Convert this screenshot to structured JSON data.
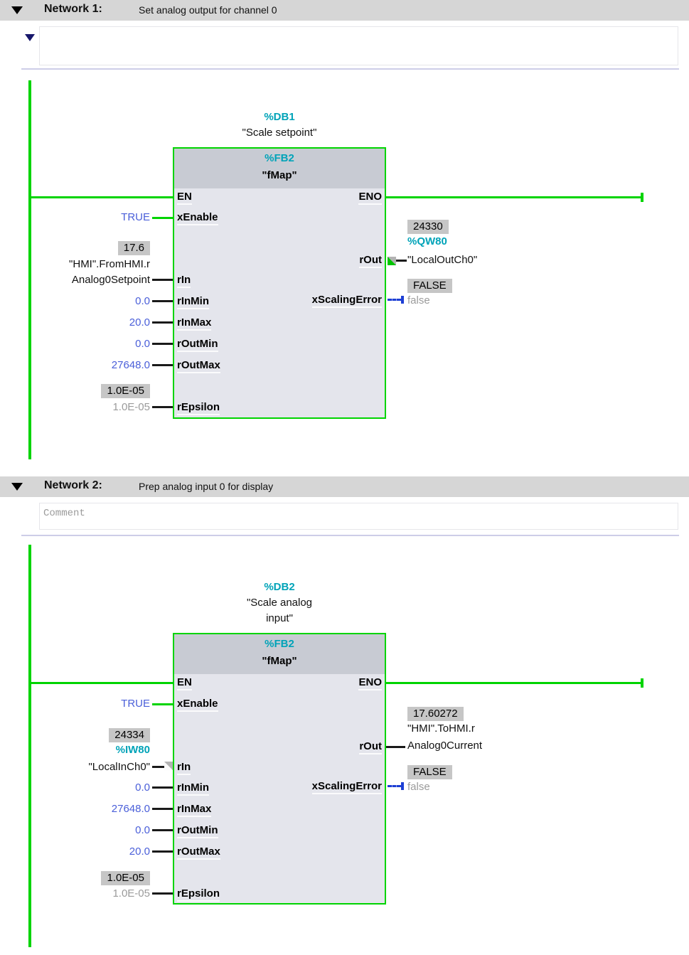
{
  "colors": {
    "wire_green": "#00d400",
    "address_teal": "#00a3b8",
    "constant_blue": "#4a5fd9",
    "bool_wire_blue": "#1d3fd4",
    "monitor_box_gray": "#c6c6c6",
    "inactive_gray": "#9b9b9b",
    "network_bar_gray": "#d6d6d6",
    "block_header_gray": "#c8cbd3",
    "block_body_gray": "#e4e5ec"
  },
  "networks": [
    {
      "title": "Network 1:",
      "subtitle": "Set analog output for channel 0",
      "comment": "",
      "block": {
        "db_addr": "%DB1",
        "db_name": "\"Scale setpoint\"",
        "fb_addr": "%FB2",
        "fb_name": "\"fMap\"",
        "ports": {
          "en": "EN",
          "xenable": "xEnable",
          "rin": "rIn",
          "rinmin": "rInMin",
          "rinmax": "rInMax",
          "routmin": "rOutMin",
          "routmax": "rOutMax",
          "repsilon": "rEpsilon",
          "eno": "ENO",
          "rout": "rOut",
          "xscalingerror": "xScalingError"
        }
      },
      "io": {
        "xenable_value": "TRUE",
        "rin_monitor": "17.6",
        "rin_name1": "\"HMI\".FromHMI.r",
        "rin_name2": "Analog0Setpoint",
        "rinmin_value": "0.0",
        "rinmax_value": "20.0",
        "routmin_value": "0.0",
        "routmax_value": "27648.0",
        "repsilon_monitor": "1.0E-05",
        "repsilon_value": "1.0E-05",
        "rout_monitor": "24330",
        "rout_addr": "%QW80",
        "rout_name": "\"LocalOutCh0\"",
        "error_monitor": "FALSE",
        "error_value": "false"
      }
    },
    {
      "title": "Network 2:",
      "subtitle": "Prep analog input 0 for display",
      "comment_placeholder": "Comment",
      "block": {
        "db_addr": "%DB2",
        "db_name1": "\"Scale analog",
        "db_name2": "input\"",
        "fb_addr": "%FB2",
        "fb_name": "\"fMap\"",
        "ports": {
          "en": "EN",
          "xenable": "xEnable",
          "rin": "rIn",
          "rinmin": "rInMin",
          "rinmax": "rInMax",
          "routmin": "rOutMin",
          "routmax": "rOutMax",
          "repsilon": "rEpsilon",
          "eno": "ENO",
          "rout": "rOut",
          "xscalingerror": "xScalingError"
        }
      },
      "io": {
        "xenable_value": "TRUE",
        "rin_monitor": "24334",
        "rin_addr": "%IW80",
        "rin_name": "\"LocalInCh0\"",
        "rinmin_value": "0.0",
        "rinmax_value": "27648.0",
        "routmin_value": "0.0",
        "routmax_value": "20.0",
        "repsilon_monitor": "1.0E-05",
        "repsilon_value": "1.0E-05",
        "rout_monitor": "17.60272",
        "rout_name1": "\"HMI\".ToHMI.r",
        "rout_name2": "Analog0Current",
        "error_monitor": "FALSE",
        "error_value": "false"
      }
    }
  ]
}
